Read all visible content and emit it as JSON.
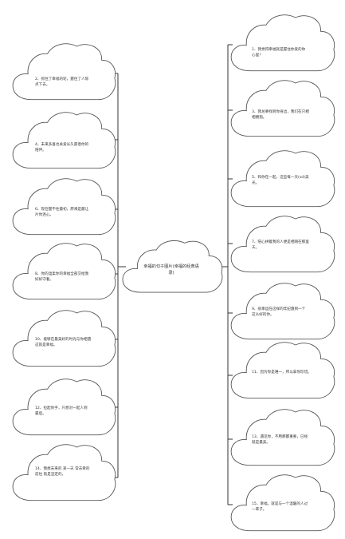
{
  "center": {
    "text": "幸福的句子图片(幸福的经典语录)"
  },
  "left": [
    {
      "id": "n2",
      "text": "2、抓住了幸福的轮，握住了人际\n点下去。"
    },
    {
      "id": "n4",
      "text": "4、未来多喜也关爱长久愿意你的\n陪伴。"
    },
    {
      "id": "n6",
      "text": "6、现在握不住最初，原来是最让\n片你连心。"
    },
    {
      "id": "n8",
      "text": "8、你的温柔你的幸福全部交给我\n好好守着。"
    },
    {
      "id": "n10",
      "text": "10、能够在最美好的时光与你相遇\n这就是幸福。"
    },
    {
      "id": "n12",
      "text": "12、拉起你手，只想对一起人到\n最后。"
    },
    {
      "id": "n14",
      "text": "14、我想未来的 某一天 常去幸的\n前往 就是坚定的。"
    }
  ],
  "right": [
    {
      "id": "n1",
      "text": "1、我觉得幸福就是握住你爱的你\n心里！"
    },
    {
      "id": "n3",
      "text": "3、我总要找到你身边，我们在只相\n相拥抱。"
    },
    {
      "id": "n5",
      "text": "5、和你在一起，这些每一天(sd)美\n光。"
    },
    {
      "id": "n7",
      "text": "7、陪心拼着我的人便是相随在那里\n天。"
    },
    {
      "id": "n9",
      "text": "9、很幸运在这样的年纪遇到一个\n这么好的你。"
    },
    {
      "id": "n11",
      "text": "11、因为你是唯一，所以拿你珍惜。"
    },
    {
      "id": "n13",
      "text": "13、遇见你，不用那都重要，已经\n就是最美。"
    },
    {
      "id": "n15",
      "text": "15、幸福，就是与一个温暖的人过\n一辈子。"
    }
  ]
}
